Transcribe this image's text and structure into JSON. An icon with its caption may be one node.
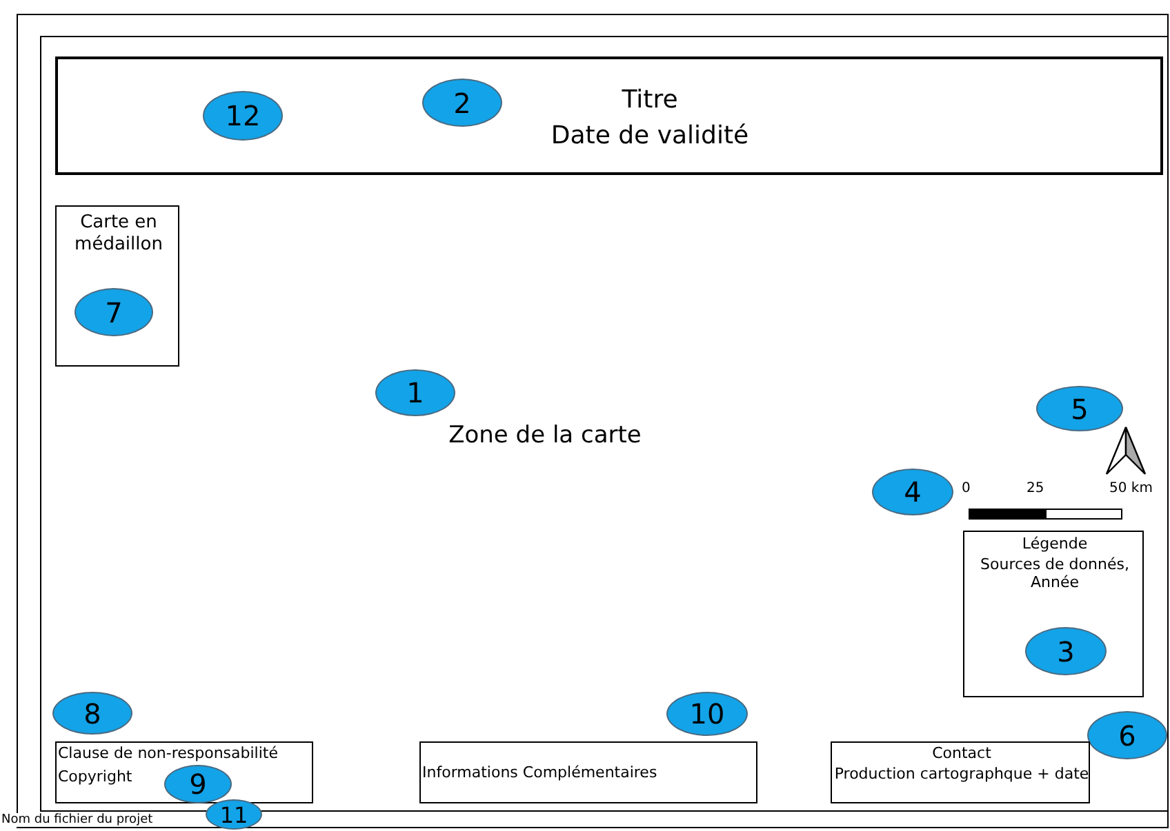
{
  "diagram": {
    "nodes": [
      {
        "text": [],
        "shape": "box"
      },
      {
        "text": [
          "Zone de la carte"
        ],
        "in": 0
      },
      {
        "text": [
          "Titre",
          "Date de validité"
        ],
        "in": 1
      },
      {
        "text": [
          "12"
        ],
        "in": 2
      },
      {
        "text": [
          "2"
        ],
        "in": 2
      },
      {
        "text": [
          "Carte en médaillon"
        ],
        "in": 1
      },
      {
        "text": [
          "7"
        ],
        "in": 5
      },
      {
        "text": [
          "1"
        ],
        "in": 1
      },
      {
        "text": [
          "5"
        ],
        "in": 1
      },
      {
        "text": [
          "4"
        ],
        "in": 1
      },
      {
        "text": [
          "Légende",
          "Sources de donnés, Année"
        ],
        "in": 1
      },
      {
        "text": [
          "3"
        ],
        "in": 10
      },
      {
        "text": [
          "8"
        ],
        "in": 1
      },
      {
        "text": [
          "Clause de non-responsabilité",
          "Copyright"
        ],
        "in": 1
      },
      {
        "text": [
          "9"
        ],
        "in": 13
      },
      {
        "text": [
          "10"
        ],
        "in": 1
      },
      {
        "text": [
          "Informations Complémentaires"
        ],
        "in": 1
      },
      {
        "text": [
          "6"
        ],
        "in": 1
      },
      {
        "text": [
          "Contact",
          "Production cartographque + date"
        ],
        "in": 1
      },
      {
        "text": [
          "11"
        ],
        "in": 0
      }
    ],
    "labels": [
      "0",
      "25",
      "50 km",
      "Nom du fichier du projet"
    ]
  }
}
